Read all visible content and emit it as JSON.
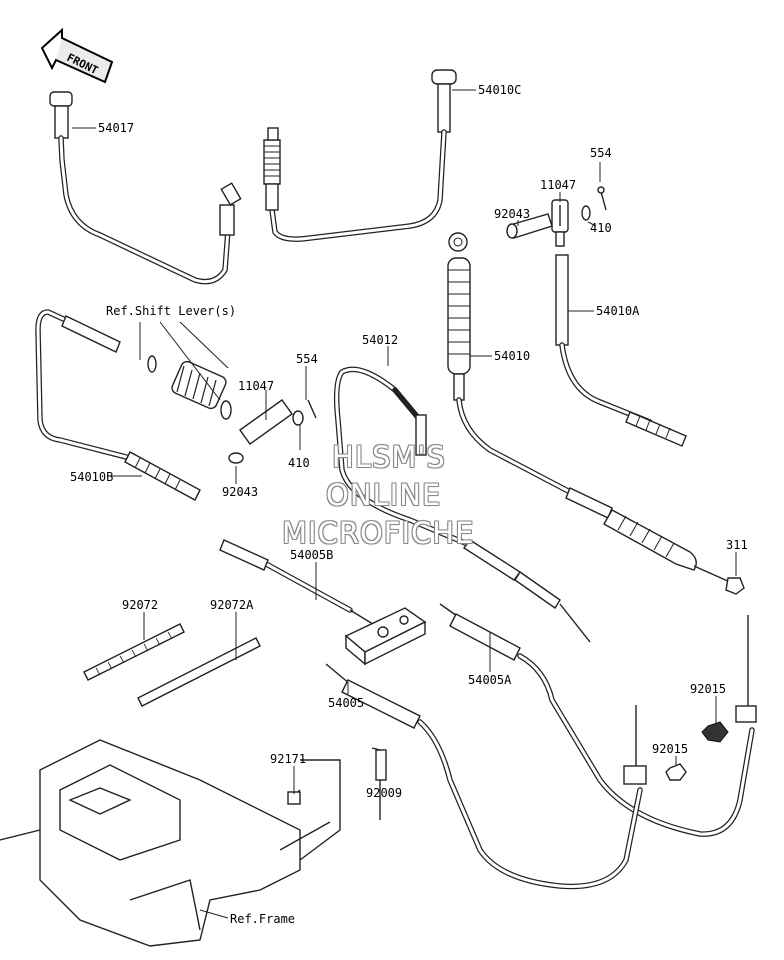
{
  "diagram": {
    "front_arrow_text": "FRONT",
    "labels": [
      {
        "id": "54017",
        "text": "54017"
      },
      {
        "id": "54010C",
        "text": "54010C"
      },
      {
        "id": "554_top",
        "text": "554"
      },
      {
        "id": "11047_top",
        "text": "11047"
      },
      {
        "id": "92043_top",
        "text": "92043"
      },
      {
        "id": "410_top",
        "text": "410"
      },
      {
        "id": "54010A",
        "text": "54010A"
      },
      {
        "id": "ref_shift",
        "text": "Ref.Shift Lever(s)"
      },
      {
        "id": "54012",
        "text": "54012"
      },
      {
        "id": "54010",
        "text": "54010"
      },
      {
        "id": "554_mid",
        "text": "554"
      },
      {
        "id": "11047_mid",
        "text": "11047"
      },
      {
        "id": "410_mid",
        "text": "410"
      },
      {
        "id": "54010B",
        "text": "54010B"
      },
      {
        "id": "92043_mid",
        "text": "92043"
      },
      {
        "id": "311",
        "text": "311"
      },
      {
        "id": "54005B",
        "text": "54005B"
      },
      {
        "id": "92072",
        "text": "92072"
      },
      {
        "id": "92072A",
        "text": "92072A"
      },
      {
        "id": "54005A",
        "text": "54005A"
      },
      {
        "id": "92015_a",
        "text": "92015"
      },
      {
        "id": "92015_b",
        "text": "92015"
      },
      {
        "id": "54005",
        "text": "54005"
      },
      {
        "id": "92171",
        "text": "92171"
      },
      {
        "id": "92009",
        "text": "92009"
      },
      {
        "id": "ref_frame",
        "text": "Ref.Frame"
      }
    ],
    "watermark": [
      "HLSM'S",
      "ONLINE",
      "MICROFICHE"
    ]
  }
}
